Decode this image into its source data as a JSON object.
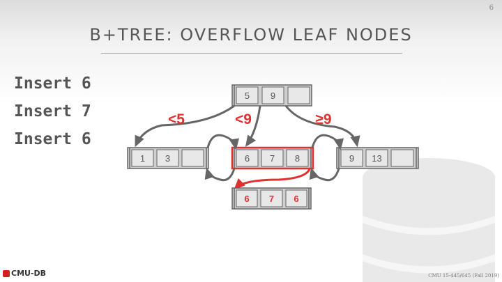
{
  "slide_number": "6",
  "title": "B+TREE: OVERFLOW LEAF NODES",
  "operations": [
    "Insert 6",
    "Insert 7",
    "Insert 6"
  ],
  "tree": {
    "root": {
      "keys": [
        "5",
        "9",
        ""
      ]
    },
    "edge_labels": [
      "<5",
      "<9",
      "≥9"
    ],
    "leaves": [
      {
        "keys": [
          "1",
          "3",
          ""
        ]
      },
      {
        "keys": [
          "6",
          "7",
          "8"
        ]
      },
      {
        "keys": [
          "9",
          "13",
          ""
        ]
      }
    ],
    "overflow": {
      "keys": [
        "6",
        "7",
        "6"
      ]
    }
  },
  "footer": {
    "logo_text": "CMU-DB",
    "course": "CMU 15-445/645 (Fall 2019)"
  },
  "colors": {
    "accent": "#e03030",
    "node_fill": "#cfcfcf",
    "node_stroke": "#666666",
    "text": "#555555"
  }
}
